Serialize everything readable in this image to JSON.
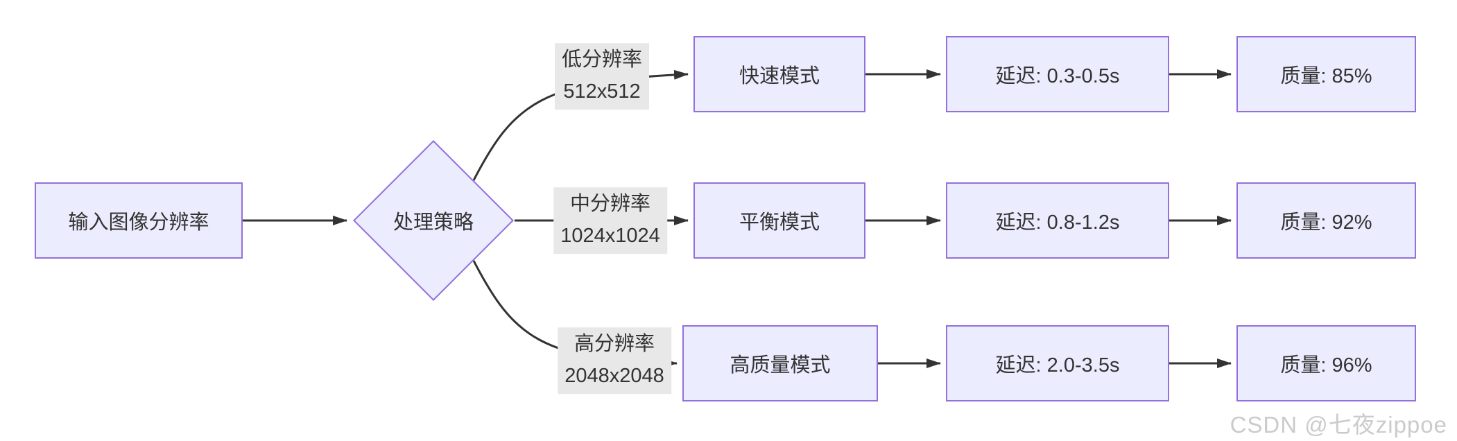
{
  "diagram": {
    "type": "flowchart",
    "colors": {
      "node_fill": "#ECECFF",
      "node_border": "#9370DB",
      "edge": "#333333",
      "edge_label_bg": "#e8e8e8",
      "text": "#333333",
      "watermark": "#cbcbcb"
    },
    "input_node": {
      "label": "输入图像分辨率"
    },
    "decision_node": {
      "label": "处理策略"
    },
    "branches": [
      {
        "resolution_label": "低分辨率",
        "resolution_value": "512x512",
        "mode": "快速模式",
        "latency": "延迟: 0.3-0.5s",
        "quality": "质量: 85%"
      },
      {
        "resolution_label": "中分辨率",
        "resolution_value": "1024x1024",
        "mode": "平衡模式",
        "latency": "延迟: 0.8-1.2s",
        "quality": "质量: 92%"
      },
      {
        "resolution_label": "高分辨率",
        "resolution_value": "2048x2048",
        "mode": "高质量模式",
        "latency": "延迟: 2.0-3.5s",
        "quality": "质量: 96%"
      }
    ],
    "watermark": "CSDN @七夜zippoe"
  }
}
